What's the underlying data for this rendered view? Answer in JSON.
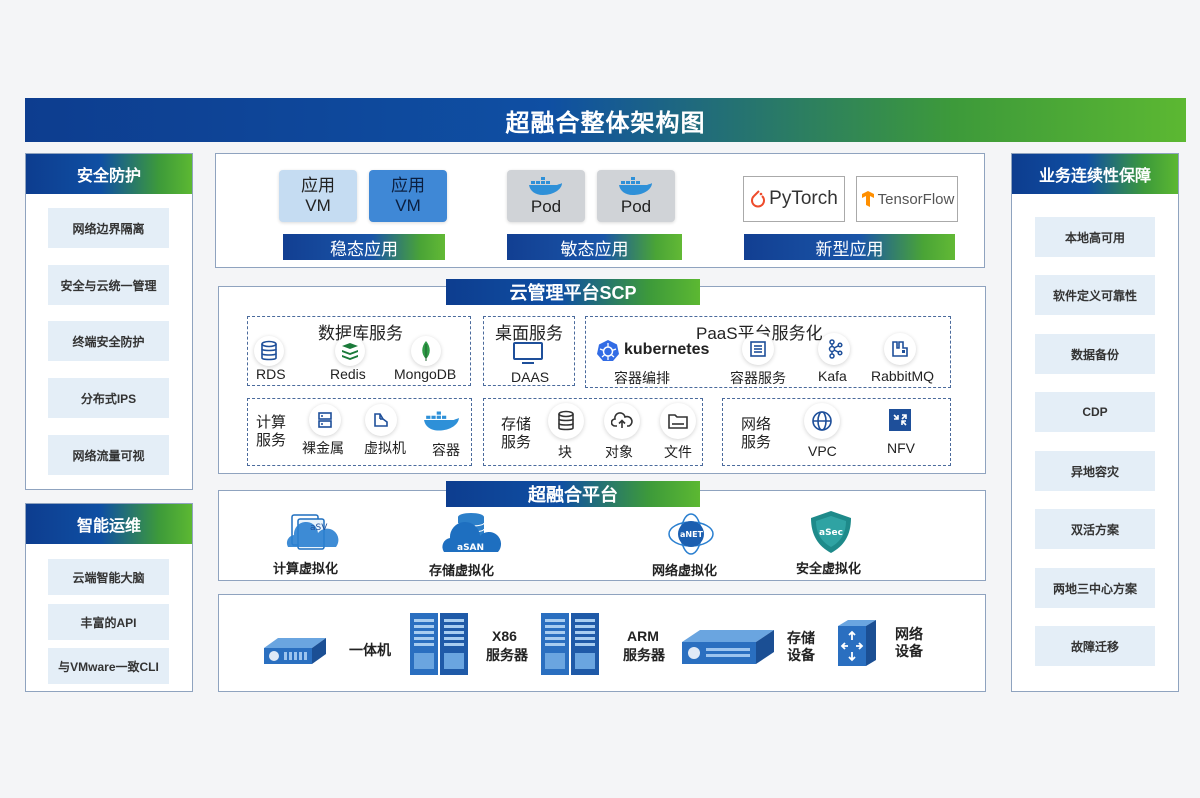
{
  "title": "超融合整体架构图",
  "left_security": {
    "header": "安全防护",
    "items": [
      "网络边界隔离",
      "安全与云统一管理",
      "终端安全防护",
      "分布式IPS",
      "网络流量可视"
    ]
  },
  "left_ops": {
    "header": "智能运维",
    "items": [
      "云端智能大脑",
      "丰富的API",
      "与VMware一致CLI"
    ]
  },
  "right_continuity": {
    "header": "业务连续性保障",
    "items": [
      "本地高可用",
      "软件定义可靠性",
      "数据备份",
      "CDP",
      "异地容灾",
      "双活方案",
      "两地三中心方案",
      "故障迁移"
    ]
  },
  "apps": {
    "card1": {
      "line1": "应用",
      "line2": "VM"
    },
    "card2": {
      "line1": "应用",
      "line2": "VM"
    },
    "pod1": "Pod",
    "pod2": "Pod",
    "pytorch": "PyTorch",
    "tensorflow": "TensorFlow",
    "tabs": [
      "稳态应用",
      "敏态应用",
      "新型应用"
    ]
  },
  "cloud_platform": {
    "header": "云管理平台SCP",
    "db": {
      "title": "数据库服务",
      "items": [
        "RDS",
        "Redis",
        "MongoDB"
      ]
    },
    "desktop": {
      "title": "桌面服务",
      "items": [
        "DAAS"
      ]
    },
    "paas": {
      "title": "PaaS平台服务化",
      "kubernetes": "kubernetes",
      "items": [
        "容器编排",
        "容器服务",
        "Kafa",
        "RabbitMQ"
      ]
    },
    "compute": {
      "title_line1": "计算",
      "title_line2": "服务",
      "items": [
        "裸金属",
        "虚拟机",
        "容器"
      ]
    },
    "storage": {
      "title_line1": "存储",
      "title_line2": "服务",
      "items": [
        "块",
        "对象",
        "文件"
      ]
    },
    "network": {
      "title_line1": "网络",
      "title_line2": "服务",
      "items": [
        "VPC",
        "NFV"
      ]
    }
  },
  "hci": {
    "header": "超融合平台",
    "items": [
      {
        "badge": "aSV",
        "label": "计算虚拟化"
      },
      {
        "badge": "aSAN",
        "label": "存储虚拟化"
      },
      {
        "badge": "aNET",
        "label": "网络虚拟化"
      },
      {
        "badge": "aSec",
        "label": "安全虚拟化"
      }
    ]
  },
  "hardware": {
    "items": [
      {
        "line1": "一体机",
        "line2": ""
      },
      {
        "line1": "X86",
        "line2": "服务器"
      },
      {
        "line1": "ARM",
        "line2": "服务器"
      },
      {
        "line1": "存储",
        "line2": "设备"
      },
      {
        "line1": "网络",
        "line2": "设备"
      }
    ]
  },
  "colors": {
    "brand_blue": "#0d3d8f",
    "brand_green": "#5cb832",
    "item_bg": "#e4eef7",
    "card_blue": "#3f88d6"
  }
}
